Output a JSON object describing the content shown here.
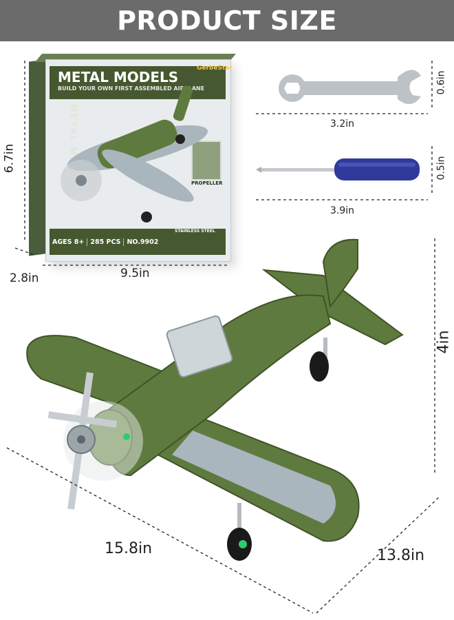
{
  "banner": {
    "title": "PRODUCT SIZE"
  },
  "box": {
    "brand": "METAL MODELS",
    "subtitle": "BUILD YOUR OWN FIRST ASSEMBLED AIRPLANE",
    "side_text": "METAL MODELS",
    "logo_text": "GerbeStar",
    "badges": [
      "AGES 8+",
      "285 PCS",
      "NO.9902"
    ],
    "stainless": "STAINLESS STEEL",
    "inset_label": "PROPELLER"
  },
  "dimensions": {
    "box_height": "6.7in",
    "box_depth": "2.8in",
    "box_width": "9.5in",
    "wrench_length": "3.2in",
    "wrench_width": "0.6in",
    "screwdriver_length": "3.9in",
    "screwdriver_width": "0.5in",
    "plane_height": "4in",
    "plane_length": "15.8in",
    "plane_width": "13.8in"
  },
  "colors": {
    "banner": "#6b6b6b",
    "olive": "#5f7a3e",
    "olive_dark": "#3f5326",
    "steel": "#a9b6be",
    "screwdriver_handle": "#2f3a9a"
  }
}
